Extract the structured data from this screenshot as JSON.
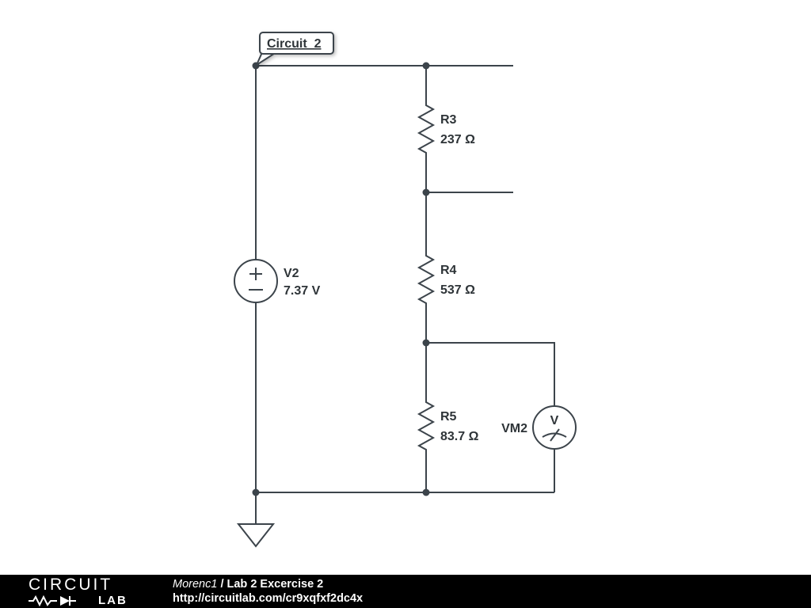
{
  "circuit": {
    "callout_label": "Circuit_2",
    "source": {
      "ref": "V2",
      "value": "7.37 V"
    },
    "resistors": [
      {
        "ref": "R3",
        "value": "237 Ω"
      },
      {
        "ref": "R4",
        "value": "537 Ω"
      },
      {
        "ref": "R5",
        "value": "83.7 Ω"
      }
    ],
    "meter": {
      "ref": "VM2",
      "glyph": "V"
    }
  },
  "footer": {
    "brand_top": "CIRCUIT",
    "brand_bottom": "LAB",
    "author": "Morenc1",
    "separator": " / ",
    "title": "Lab 2 Excercise 2",
    "url": "http://circuitlab.com/cr9xqfxf2dc4x"
  },
  "colors": {
    "wire": "#3c444b",
    "label_text": "#2e3438",
    "footer_bg": "#000000",
    "footer_text": "#ffffff"
  }
}
